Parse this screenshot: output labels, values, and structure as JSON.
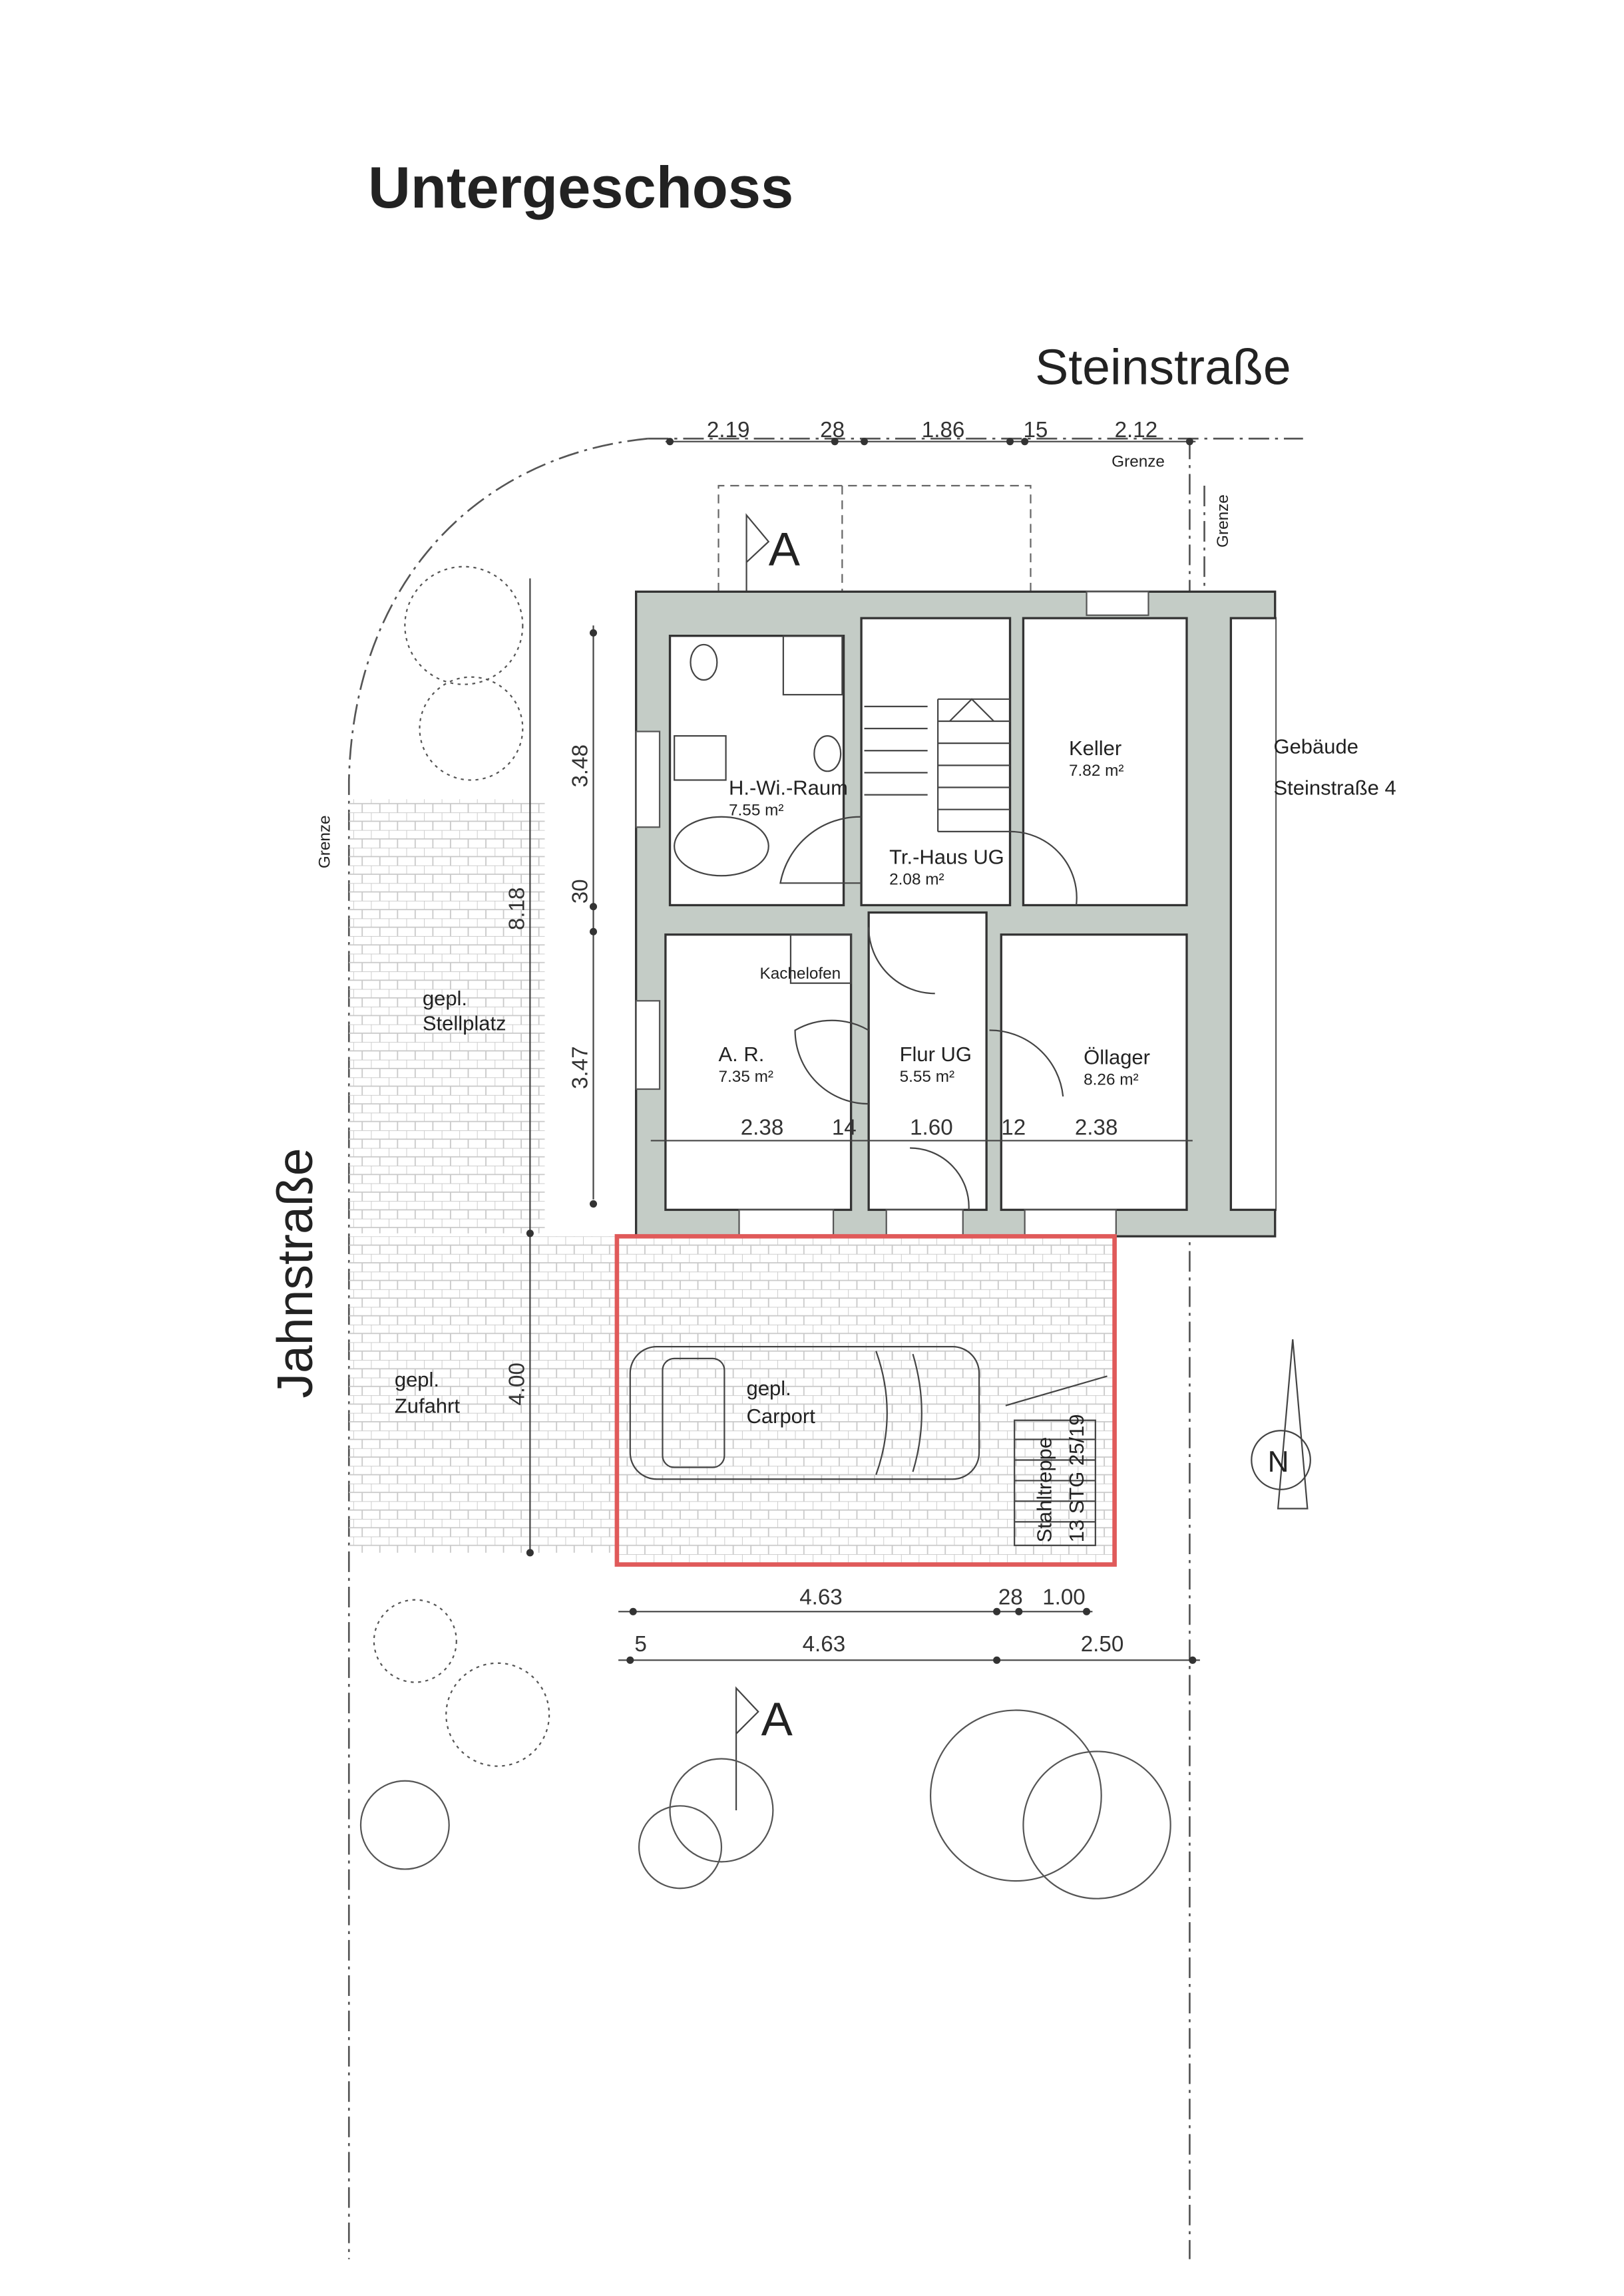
{
  "title": "Untergeschoss",
  "streets": {
    "top": "Steinstraße",
    "left": "Jahnstraße"
  },
  "neighbor": {
    "line1": "Gebäude",
    "line2": "Steinstraße 4"
  },
  "boundary_label": "Grenze",
  "section_marker": "A",
  "rooms": [
    {
      "name": "H.-Wi.-Raum",
      "area": "7.55 m²"
    },
    {
      "name": "Tr.-Haus UG",
      "area": "2.08 m²"
    },
    {
      "name": "Keller",
      "area": "7.82 m²"
    },
    {
      "name": "A. R.",
      "area": "7.35 m²"
    },
    {
      "name": "Flur UG",
      "area": "5.55 m²"
    },
    {
      "name": "Öllager",
      "area": "8.26 m²"
    }
  ],
  "fixtures": {
    "stove": "Kachelofen"
  },
  "outdoor": {
    "parking": [
      "gepl.",
      "Stellplatz"
    ],
    "driveway": [
      "gepl.",
      "Zufahrt"
    ],
    "carport": [
      "gepl.",
      "Carport"
    ],
    "stair": [
      "Stahltreppe",
      "13 STG 25/19"
    ]
  },
  "dimensions": {
    "top": [
      "2.19",
      "28",
      "1.86",
      "15",
      "2.12"
    ],
    "left_inner": [
      "3.48",
      "30",
      "3.47"
    ],
    "left_outer": [
      "8.18",
      "4.00"
    ],
    "interior": [
      "2.38",
      "14",
      "1.60",
      "12",
      "2.38"
    ],
    "bottom1": [
      "4.63",
      "28",
      "1.00"
    ],
    "bottom2": [
      "5",
      "4.63",
      "2.50"
    ]
  },
  "colors": {
    "carport_outline": "#e05a5a",
    "wall": "#c4ccc6"
  }
}
